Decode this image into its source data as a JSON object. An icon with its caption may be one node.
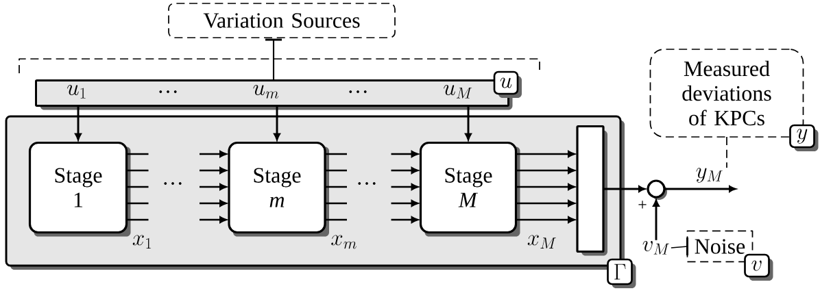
{
  "diagram": {
    "nodes": [
      {
        "text": [
          "Variation Sources"
        ]
      },
      {
        "text": [
          "u_1",
          "…",
          "u_m",
          "…",
          "u_M"
        ]
      },
      {
        "text": [
          "u"
        ]
      },
      {
        "text": [],
        "shape": "box"
      },
      {
        "text": [
          "Stage 1"
        ],
        "in": 3,
        "beside": [
          "x_1"
        ]
      },
      {
        "text": [
          "Stage *m*"
        ],
        "in": 3,
        "beside": [
          "x_m"
        ]
      },
      {
        "text": [
          "Stage *M*"
        ],
        "in": 3,
        "beside": [
          "x_M"
        ]
      },
      {
        "text": [],
        "shape": "bar",
        "in": 3
      },
      {
        "text": [
          "\\Gamma"
        ]
      },
      {
        "text": [],
        "shape": "circle"
      },
      {
        "text": [
          "Measured deviations of KPCs"
        ]
      },
      {
        "text": [
          "y"
        ]
      },
      {
        "text": [
          "v_M"
        ]
      },
      {
        "text": [
          "Noise"
        ]
      },
      {
        "text": [
          "v"
        ]
      }
    ],
    "edges": [
      {
        "from": 1,
        "to": 0,
        "arrow": "other"
      },
      {
        "from": 1,
        "to": 4,
        "arrow": "to"
      },
      {
        "from": 1,
        "to": 5,
        "arrow": "to"
      },
      {
        "from": 1,
        "to": 6,
        "arrow": "to"
      },
      {
        "from": 4,
        "to": null,
        "arrow": "none"
      },
      {
        "from": 4,
        "to": null,
        "arrow": "none"
      },
      {
        "from": 4,
        "to": null,
        "arrow": "none"
      },
      {
        "from": 4,
        "to": null,
        "arrow": "none"
      },
      {
        "from": 4,
        "to": null,
        "arrow": "none"
      },
      {
        "from": null,
        "to": 5,
        "arrow": "to"
      },
      {
        "from": null,
        "to": 5,
        "arrow": "to"
      },
      {
        "from": null,
        "to": 5,
        "arrow": "to"
      },
      {
        "from": null,
        "to": 5,
        "arrow": "to"
      },
      {
        "from": null,
        "to": 5,
        "arrow": "to"
      },
      {
        "from": 5,
        "to": null,
        "arrow": "none"
      },
      {
        "from": 5,
        "to": null,
        "arrow": "none"
      },
      {
        "from": 5,
        "to": null,
        "arrow": "none"
      },
      {
        "from": 5,
        "to": null,
        "arrow": "none"
      },
      {
        "from": 5,
        "to": null,
        "arrow": "none"
      },
      {
        "from": null,
        "to": 6,
        "arrow": "to"
      },
      {
        "from": null,
        "to": 6,
        "arrow": "to"
      },
      {
        "from": null,
        "to": 6,
        "arrow": "to"
      },
      {
        "from": null,
        "to": 6,
        "arrow": "to"
      },
      {
        "from": null,
        "to": 6,
        "arrow": "to"
      },
      {
        "from": 6,
        "to": 7,
        "arrow": "to"
      },
      {
        "from": 6,
        "to": 7,
        "arrow": "to"
      },
      {
        "from": 6,
        "to": 7,
        "arrow": "to"
      },
      {
        "from": 6,
        "to": 7,
        "arrow": "to"
      },
      {
        "from": 6,
        "to": 7,
        "arrow": "to"
      },
      {
        "from": 7,
        "to": 9,
        "arrow": "to"
      },
      {
        "from": 12,
        "to": 9,
        "arrow": "to"
      },
      {
        "from": 9,
        "to": null,
        "arrow": "to",
        "label": "y_M"
      },
      {
        "from": 10,
        "to": null,
        "arrow": "none",
        "style": "dashed"
      },
      {
        "from": 12,
        "to": 13,
        "arrow": "other"
      }
    ],
    "labels": [
      "…",
      "…",
      "+"
    ]
  }
}
